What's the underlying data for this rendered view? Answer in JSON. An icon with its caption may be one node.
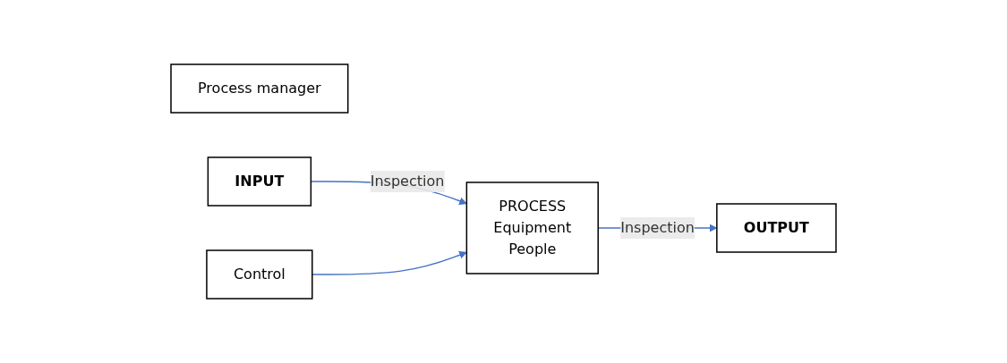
{
  "diagram": {
    "nodes": [
      {
        "text": [
          "Process manager"
        ]
      },
      {
        "text": [
          "INPUT"
        ]
      },
      {
        "text": [
          "PROCESS",
          "Equipment",
          "People"
        ]
      },
      {
        "text": [
          "OUTPUT"
        ]
      },
      {
        "text": [
          "Control"
        ]
      }
    ],
    "edges": [
      {
        "from": 1,
        "to": 2,
        "arrow": "to",
        "label": "Inspection"
      },
      {
        "from": 2,
        "to": 3,
        "arrow": "to",
        "label": "Inspection"
      },
      {
        "from": 4,
        "to": 2,
        "arrow": "to"
      }
    ]
  }
}
